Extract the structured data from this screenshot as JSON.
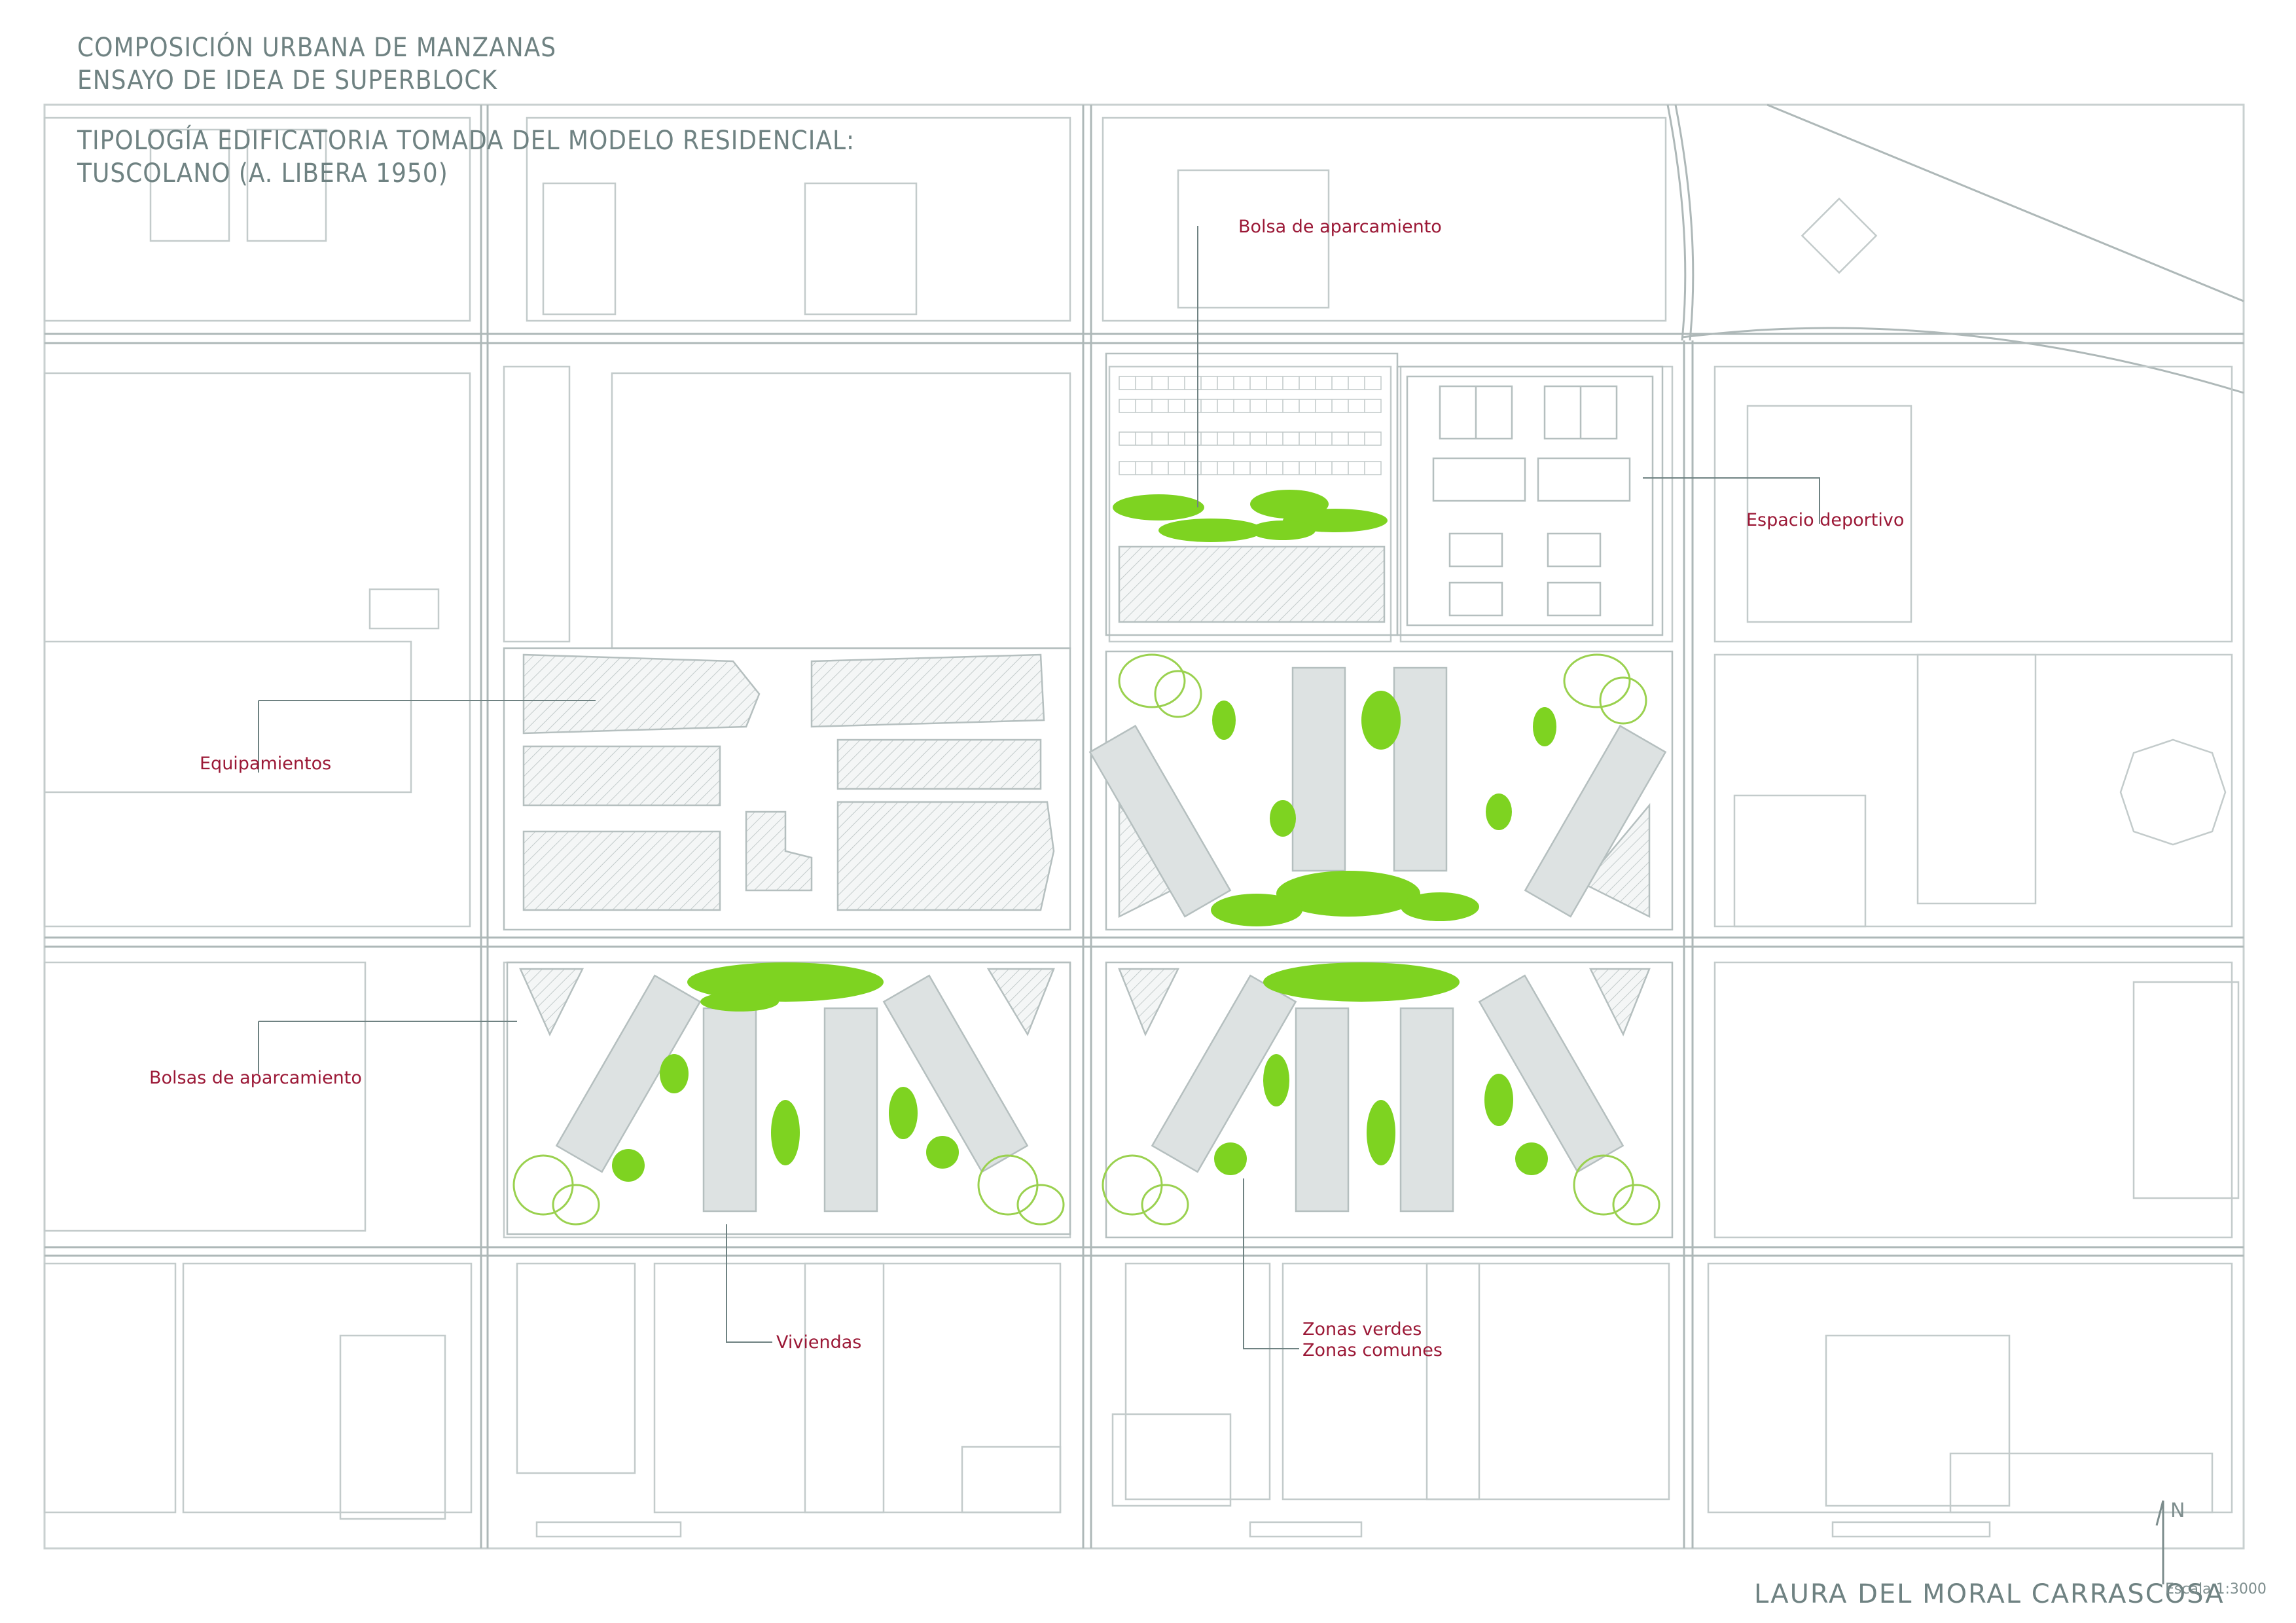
{
  "title": {
    "line1": "COMPOSICIÓN URBANA DE MANZANAS",
    "line2": "ENSAYO DE IDEA DE SUPERBLOCK",
    "line3": "TIPOLOGÍA EDIFICATORIA TOMADA DEL MODELO RESIDENCIAL:",
    "line4": "TUSCOLANO (A. LIBERA 1950)"
  },
  "labels": {
    "parking": "Bolsa de aparcamiento",
    "sports": "Espacio deportivo",
    "facilities": "Equipamientos",
    "parking_plural": "Bolsas de aparcamiento",
    "housing": "Viviendas",
    "green1": "Zonas verdes",
    "green2": "Zonas comunes"
  },
  "footer": {
    "author": "LAURA DEL MORAL CARRASCOSA",
    "scale": "Escala 1:3000",
    "north": "N"
  },
  "colors": {
    "lines": "#b7c0c0",
    "title": "#6f8282",
    "label": "#9b1836",
    "trees": "#7ed321",
    "building": "#dde2e2"
  }
}
